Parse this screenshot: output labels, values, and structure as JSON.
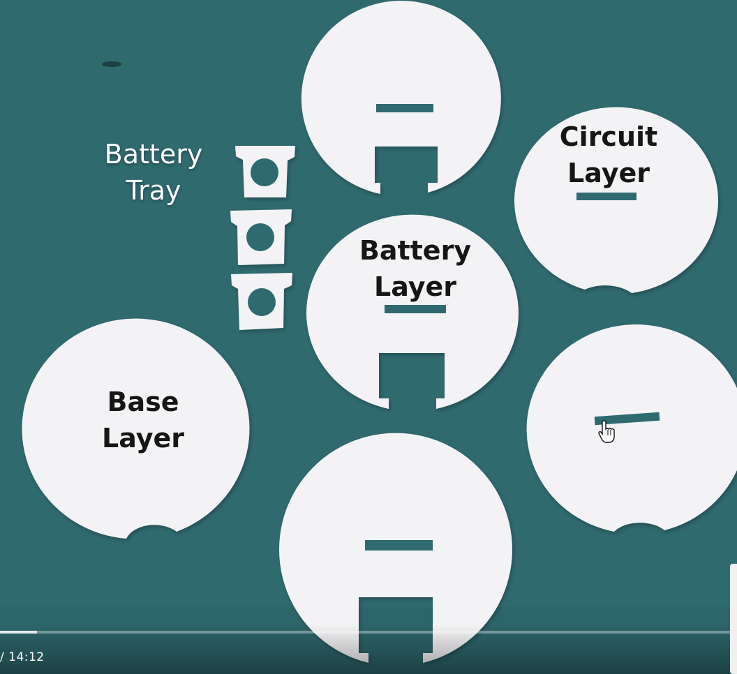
{
  "labels": {
    "battery_tray": [
      "Battery",
      "Tray"
    ],
    "circuit_layer": [
      "Circuit",
      "Layer"
    ],
    "battery_layer": [
      "Battery",
      "Layer"
    ],
    "base_layer": [
      "Base",
      "Layer"
    ]
  },
  "player": {
    "time": "/ 14:12",
    "progress_fraction": 0.05
  },
  "colors": {
    "mat": "#2f6a6f",
    "paper": "#f3f3f5",
    "label_dark": "#161616",
    "label_white": "#ffffff"
  },
  "icons": {
    "cursor": "hand-pointer-icon"
  }
}
